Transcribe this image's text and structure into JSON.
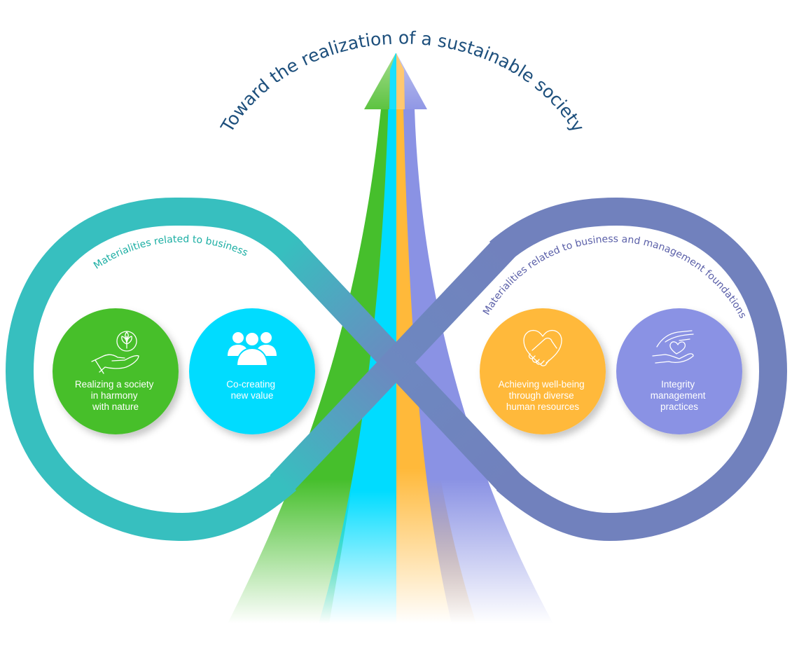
{
  "title": "Toward the realization of a sustainable society",
  "loops": {
    "left": {
      "label": "Materialities related to business",
      "color": "#37bfbf"
    },
    "right": {
      "label": "Materialities related to business and management foundations",
      "color": "#7181bd"
    }
  },
  "arrow": {
    "stripe_colors": [
      "#46bf2c",
      "#00dcff",
      "#ffb93a",
      "#8a92e4"
    ]
  },
  "materialities": [
    {
      "icon": "hand-holding-leaf-icon",
      "color": "#46bf2c",
      "lines": [
        "Realizing a society",
        "in harmony",
        "with nature"
      ]
    },
    {
      "icon": "people-group-icon",
      "color": "#00dcff",
      "lines": [
        "Co-creating",
        "new value"
      ]
    },
    {
      "icon": "handshake-heart-icon",
      "color": "#ffb93a",
      "lines": [
        "Achieving well-being",
        "through diverse",
        "human resources"
      ]
    },
    {
      "icon": "hands-protecting-heart-icon",
      "color": "#8a92e4",
      "lines": [
        "Integrity",
        "management",
        "practices"
      ]
    }
  ]
}
